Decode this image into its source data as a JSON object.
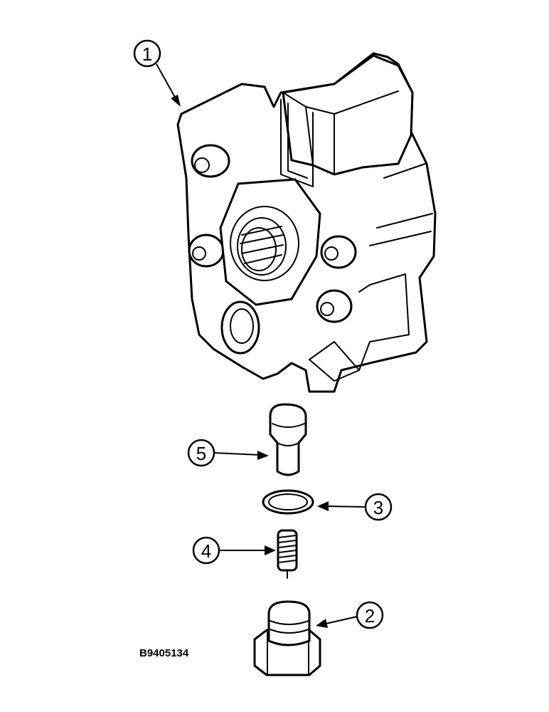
{
  "figure_id": "B9405134",
  "callouts": [
    {
      "number": "1",
      "part": "housing"
    },
    {
      "number": "2",
      "part": "plug"
    },
    {
      "number": "3",
      "part": "o-ring"
    },
    {
      "number": "4",
      "part": "spring"
    },
    {
      "number": "5",
      "part": "poppet"
    }
  ],
  "colors": {
    "line": "#000000",
    "background": "#ffffff"
  }
}
